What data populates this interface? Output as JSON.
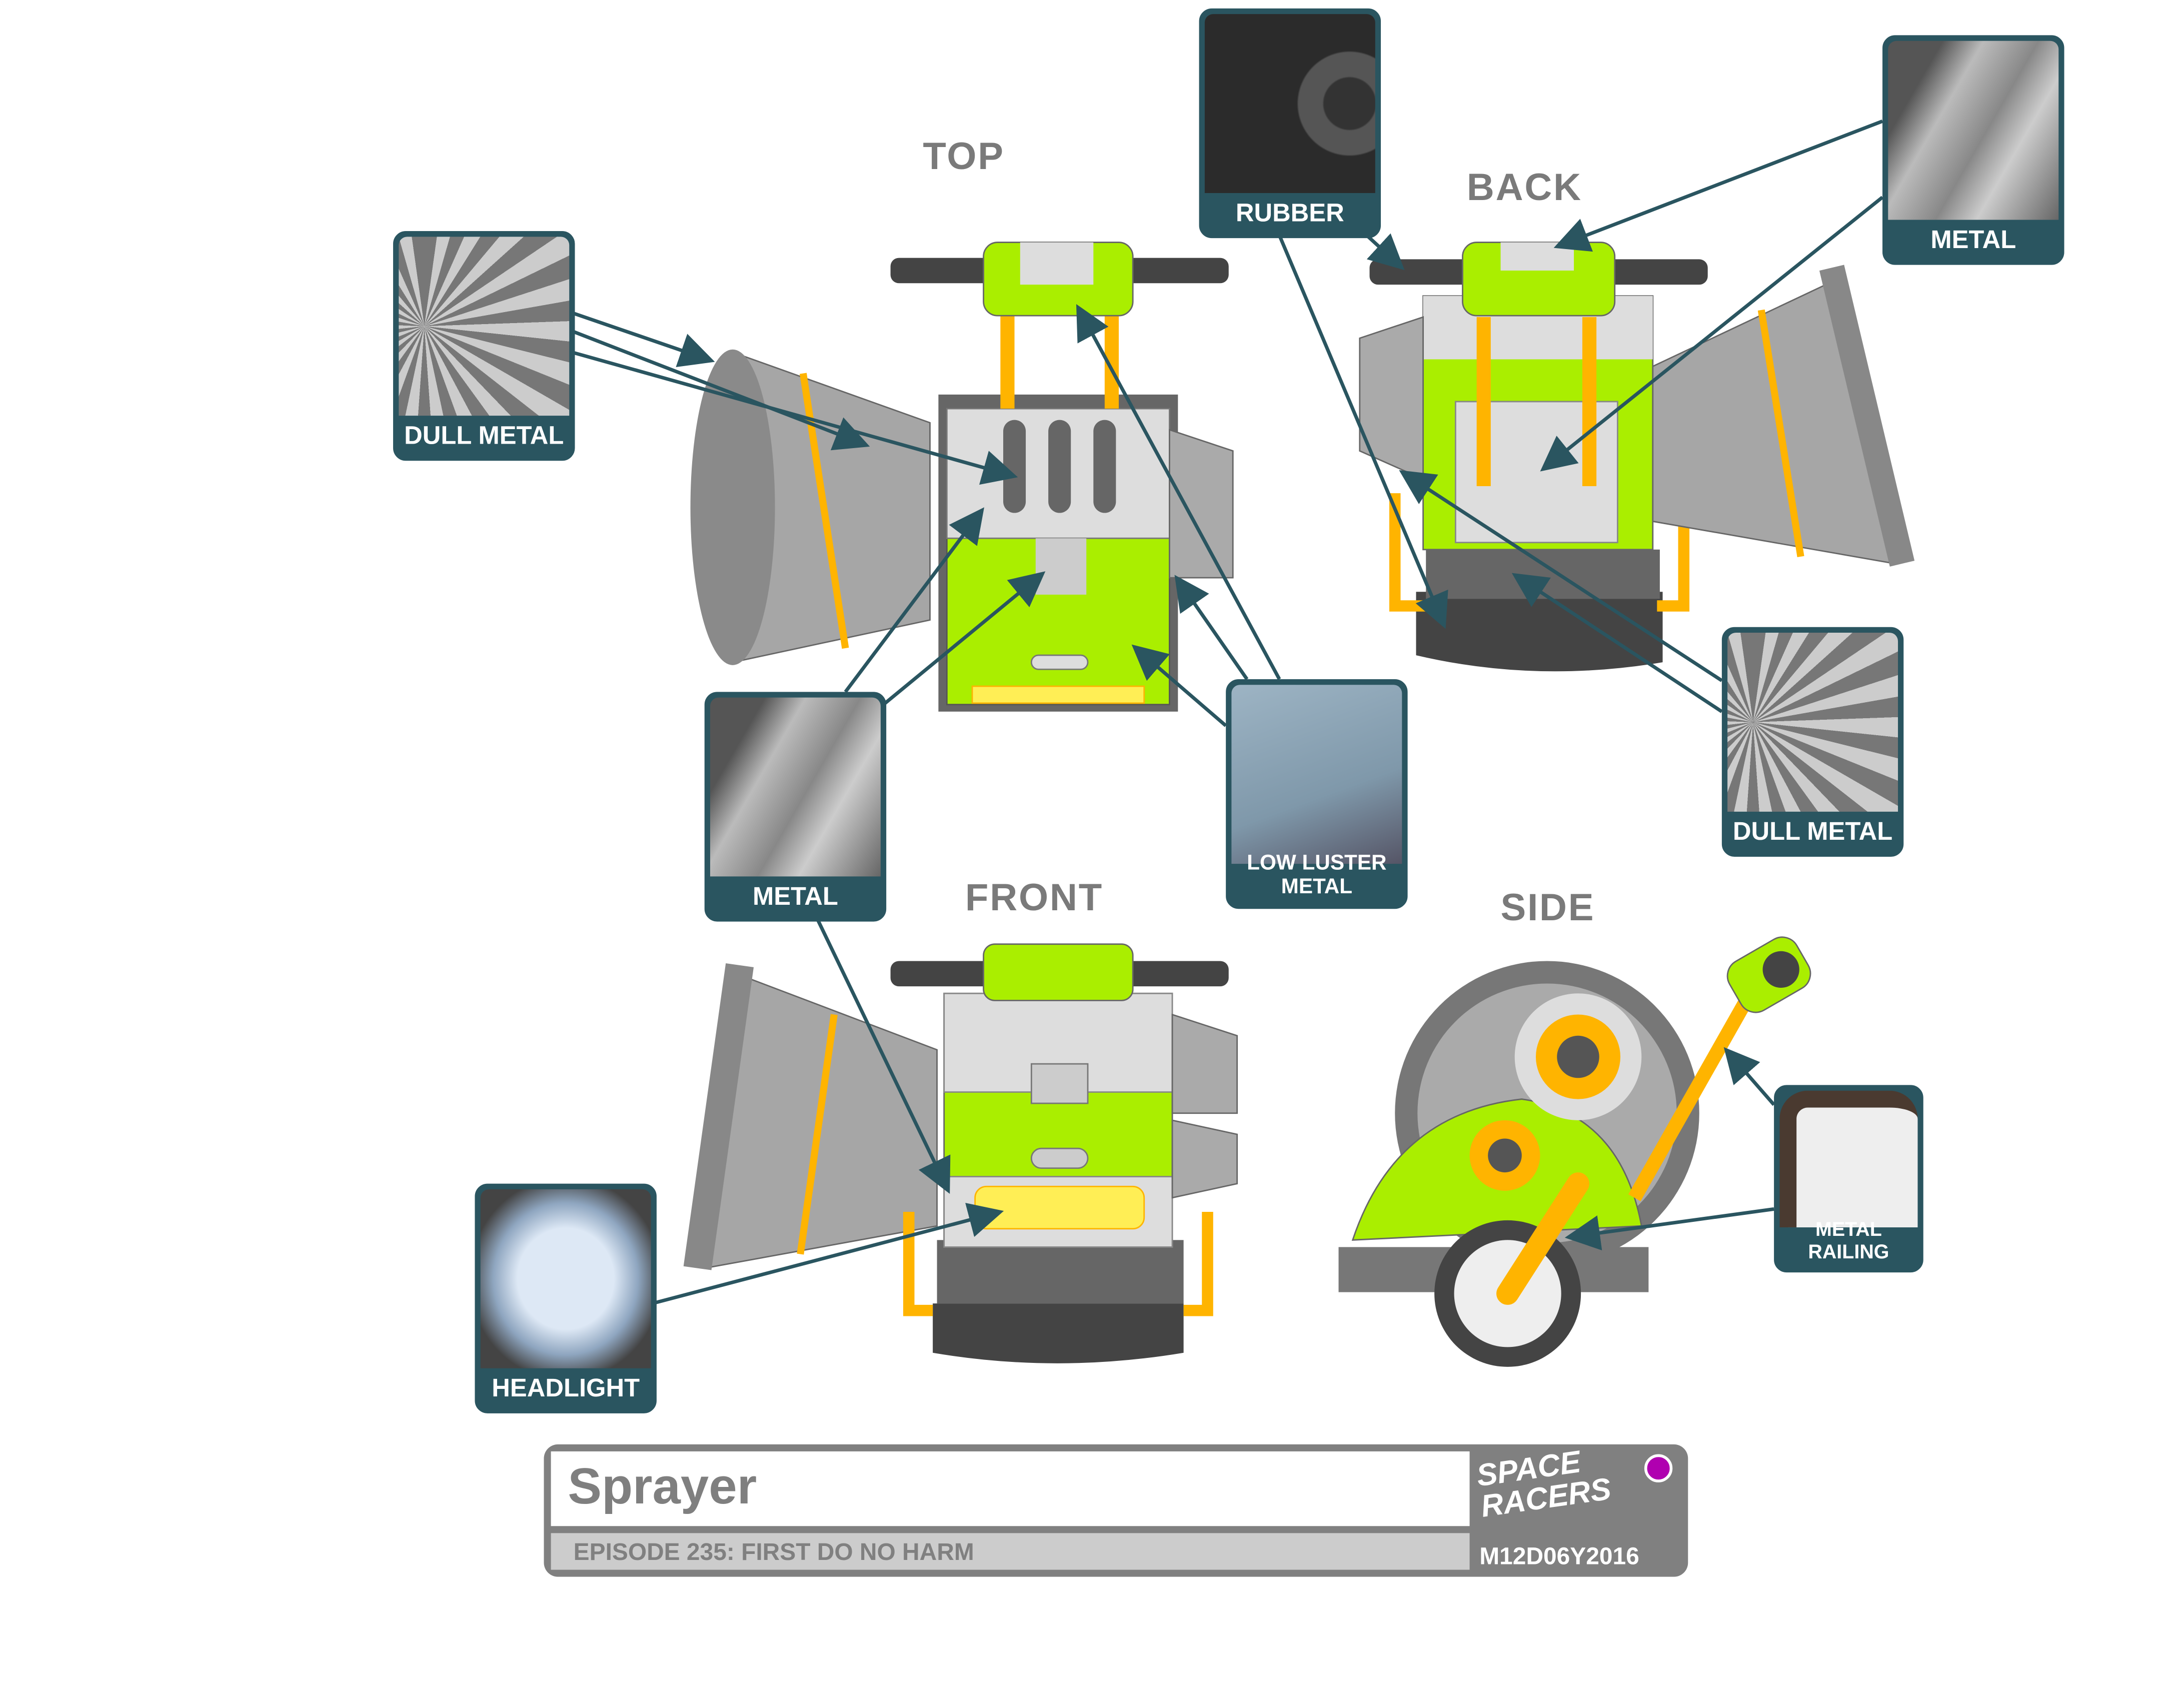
{
  "views": {
    "top": "TOP",
    "back": "BACK",
    "front": "FRONT",
    "side": "SIDE"
  },
  "callouts": [
    {
      "label": "DULL METAL",
      "material": "turbine-fan"
    },
    {
      "label": "RUBBER",
      "material": "tire"
    },
    {
      "label": "METAL",
      "material": "metal-pipe"
    },
    {
      "label": "METAL",
      "material": "metal-pipe"
    },
    {
      "label": "LOW LUSTER METAL",
      "material": "painted-panel"
    },
    {
      "label": "DULL METAL",
      "material": "turbine-fan"
    },
    {
      "label": "HEADLIGHT",
      "material": "headlight"
    },
    {
      "label": "METAL RAILING",
      "material": "railing"
    }
  ],
  "title_block": {
    "name": "Sprayer",
    "episode": "EPISODE 235: FIRST DO NO HARM",
    "logo": "SPACE RACERS",
    "date": "M12D06Y2016",
    "dot_color": "#b000b0"
  },
  "colors": {
    "body_green": "#aaee00",
    "accent_orange": "#ffb400",
    "callout": "#2a5560",
    "grey": "#9a9a9a"
  }
}
